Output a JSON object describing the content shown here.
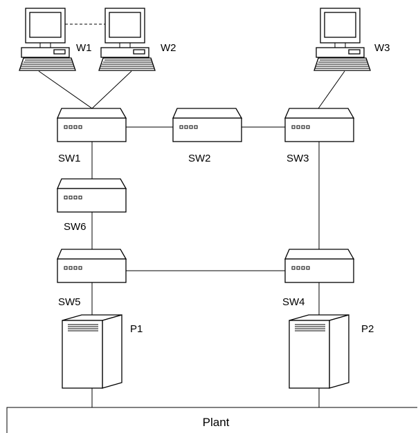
{
  "workstations": [
    {
      "id": "W1",
      "label": "W1"
    },
    {
      "id": "W2",
      "label": "W2"
    },
    {
      "id": "W3",
      "label": "W3"
    }
  ],
  "switches": [
    {
      "id": "SW1",
      "label": "SW1"
    },
    {
      "id": "SW2",
      "label": "SW2"
    },
    {
      "id": "SW3",
      "label": "SW3"
    },
    {
      "id": "SW4",
      "label": "SW4"
    },
    {
      "id": "SW5",
      "label": "SW5"
    },
    {
      "id": "SW6",
      "label": "SW6"
    }
  ],
  "servers": [
    {
      "id": "P1",
      "label": "P1"
    },
    {
      "id": "P2",
      "label": "P2"
    }
  ],
  "plant": {
    "label": "Plant"
  },
  "connections": [
    {
      "from": "W1",
      "to": "W2",
      "style": "dashed"
    },
    {
      "from": "W1",
      "to": "SW1",
      "style": "solid"
    },
    {
      "from": "W2",
      "to": "SW1",
      "style": "solid"
    },
    {
      "from": "W3",
      "to": "SW3",
      "style": "solid"
    },
    {
      "from": "SW1",
      "to": "SW2",
      "style": "solid"
    },
    {
      "from": "SW2",
      "to": "SW3",
      "style": "solid"
    },
    {
      "from": "SW1",
      "to": "SW6",
      "style": "solid"
    },
    {
      "from": "SW6",
      "to": "SW5",
      "style": "solid"
    },
    {
      "from": "SW3",
      "to": "SW4",
      "style": "solid"
    },
    {
      "from": "SW5",
      "to": "SW4",
      "style": "solid"
    },
    {
      "from": "SW5",
      "to": "P1",
      "style": "solid"
    },
    {
      "from": "SW4",
      "to": "P2",
      "style": "solid"
    },
    {
      "from": "P1",
      "to": "Plant",
      "style": "solid"
    },
    {
      "from": "P2",
      "to": "Plant",
      "style": "solid"
    }
  ]
}
